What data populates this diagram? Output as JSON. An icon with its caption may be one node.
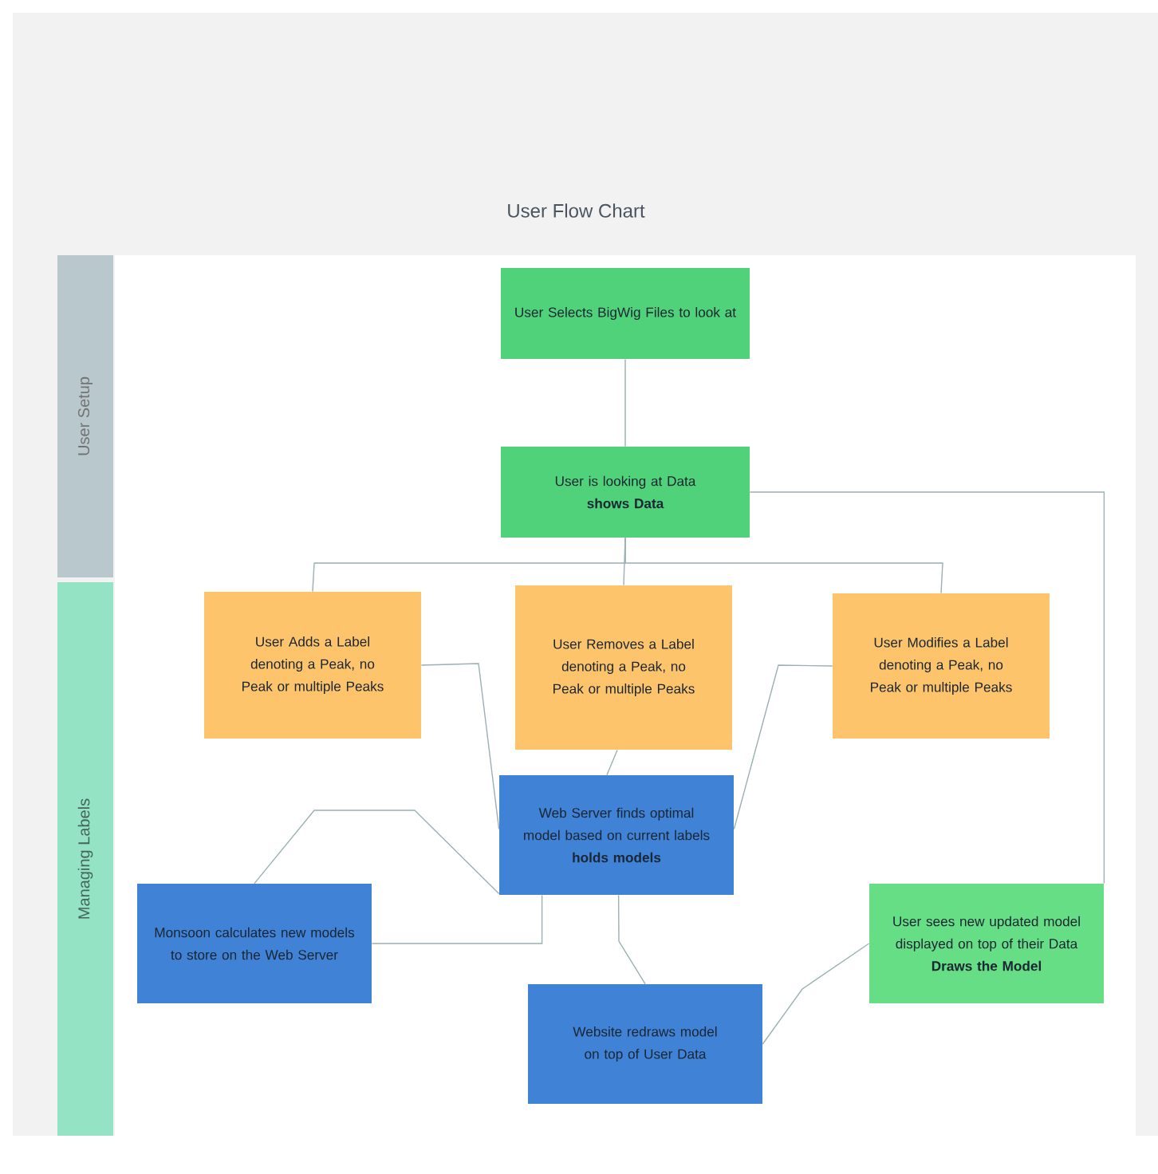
{
  "diagram": {
    "title": "User Flow Chart",
    "nodes": [
      {
        "text": [
          "User Setup"
        ]
      },
      {
        "text": [
          "Managing Labels"
        ]
      },
      {
        "text": [
          "User Selects BigWig Files to look at"
        ]
      },
      {
        "text": [
          "User is looking at Data",
          "shows Data"
        ]
      },
      {
        "text": [
          "User Adds a Label denoting a Peak, no Peak or multiple Peaks"
        ]
      },
      {
        "text": [
          "User Removes a Label denoting a Peak, no Peak or multiple Peaks"
        ]
      },
      {
        "text": [
          "User Modifies a Label denoting a Peak, no Peak or multiple Peaks"
        ]
      },
      {
        "text": [
          "Web Server finds optimal model based on current labels",
          "holds models"
        ]
      },
      {
        "text": [
          "Monsoon calculates new models to store on the Web Server"
        ]
      },
      {
        "text": [
          "Website redraws model on top of User Data"
        ]
      },
      {
        "text": [
          "User sees new updated model displayed on top of their Data",
          "Draws the Model"
        ]
      }
    ],
    "edges": [
      {
        "from": 2,
        "to": 3,
        "arrow": "none"
      },
      {
        "from": 3,
        "to": 4,
        "arrow": "none"
      },
      {
        "from": 3,
        "to": 5,
        "arrow": "none"
      },
      {
        "from": 3,
        "to": 6,
        "arrow": "none"
      },
      {
        "from": 3,
        "to": 10,
        "arrow": "none"
      },
      {
        "from": 4,
        "to": 7,
        "arrow": "none"
      },
      {
        "from": 5,
        "to": 7,
        "arrow": "none"
      },
      {
        "from": 6,
        "to": 7,
        "arrow": "none"
      },
      {
        "from": 7,
        "to": 8,
        "arrow": "none"
      },
      {
        "from": 8,
        "to": 7,
        "arrow": "none"
      },
      {
        "from": 7,
        "to": 9,
        "arrow": "none"
      },
      {
        "from": 9,
        "to": 10,
        "arrow": "none"
      }
    ]
  }
}
